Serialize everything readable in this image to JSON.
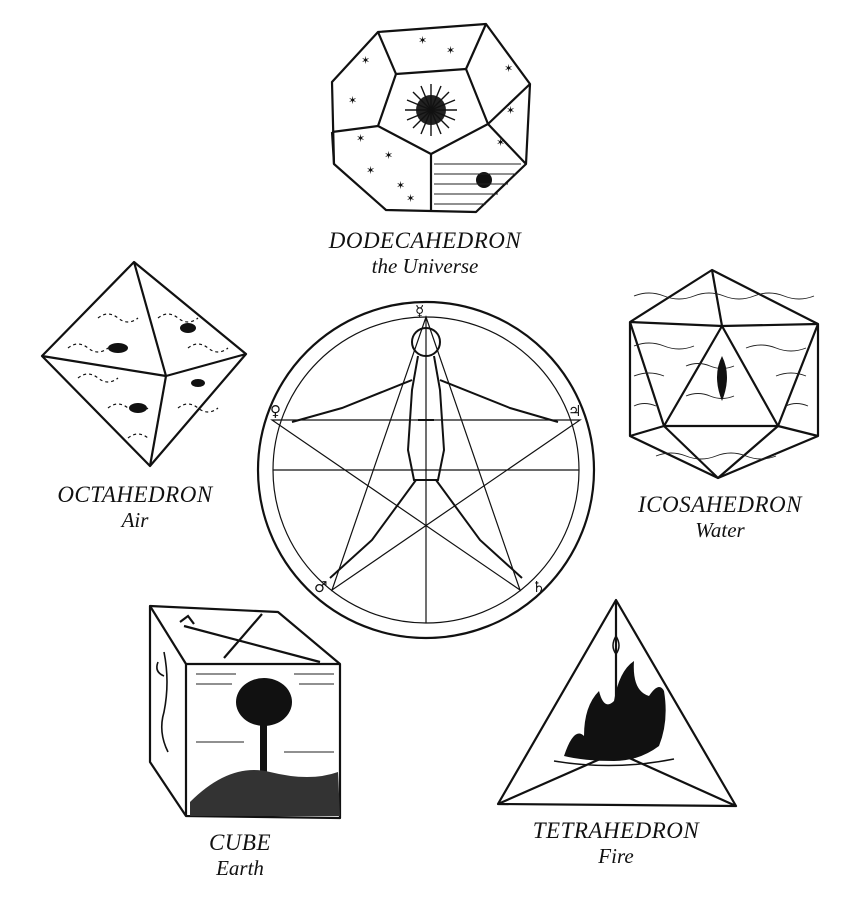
{
  "solids": {
    "dodecahedron": {
      "name": "DODECAHEDRON",
      "element": "the Universe",
      "icon": "dodecahedron-icon"
    },
    "octahedron": {
      "name": "OCTAHEDRON",
      "element": "Air",
      "icon": "octahedron-icon"
    },
    "icosahedron": {
      "name": "ICOSAHEDRON",
      "element": "Water",
      "icon": "icosahedron-icon"
    },
    "cube": {
      "name": "CUBE",
      "element": "Earth",
      "icon": "cube-icon"
    },
    "tetrahedron": {
      "name": "TETRAHEDRON",
      "element": "Fire",
      "icon": "tetrahedron-icon"
    }
  },
  "center": {
    "icon": "pentagram-man-icon",
    "planet_symbols": {
      "top": "☿",
      "left": "♀",
      "right": "♃",
      "bottom_left": "♂",
      "bottom_right": "♄"
    }
  }
}
